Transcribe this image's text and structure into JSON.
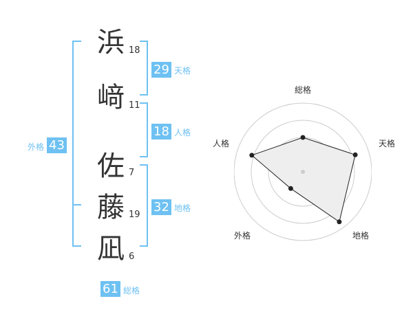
{
  "name": {
    "chars": [
      {
        "char": "浜",
        "strokes": "18"
      },
      {
        "char": "﨑",
        "strokes": "11"
      },
      {
        "char": "佐",
        "strokes": "7"
      },
      {
        "char": "藤",
        "strokes": "19"
      },
      {
        "char": "凪",
        "strokes": "6"
      }
    ]
  },
  "fortune": {
    "tenkaku": {
      "label": "天格",
      "value": "29"
    },
    "jinkaku": {
      "label": "人格",
      "value": "18"
    },
    "chikaku": {
      "label": "地格",
      "value": "32"
    },
    "gaikaku": {
      "label": "外格",
      "value": "43"
    },
    "soukaku": {
      "label": "総格",
      "value": "61"
    }
  },
  "radar": {
    "axes": [
      "総格",
      "天格",
      "地格",
      "外格",
      "人格"
    ],
    "scores": [
      0.5,
      0.8,
      0.9,
      0.3,
      0.78
    ],
    "colors": {
      "fill": "#eeeeee",
      "ring": "#cccccc",
      "line": "#222222",
      "center": "#cccccc"
    }
  },
  "colors": {
    "accent": "#6ec1f2",
    "text": "#333333"
  }
}
